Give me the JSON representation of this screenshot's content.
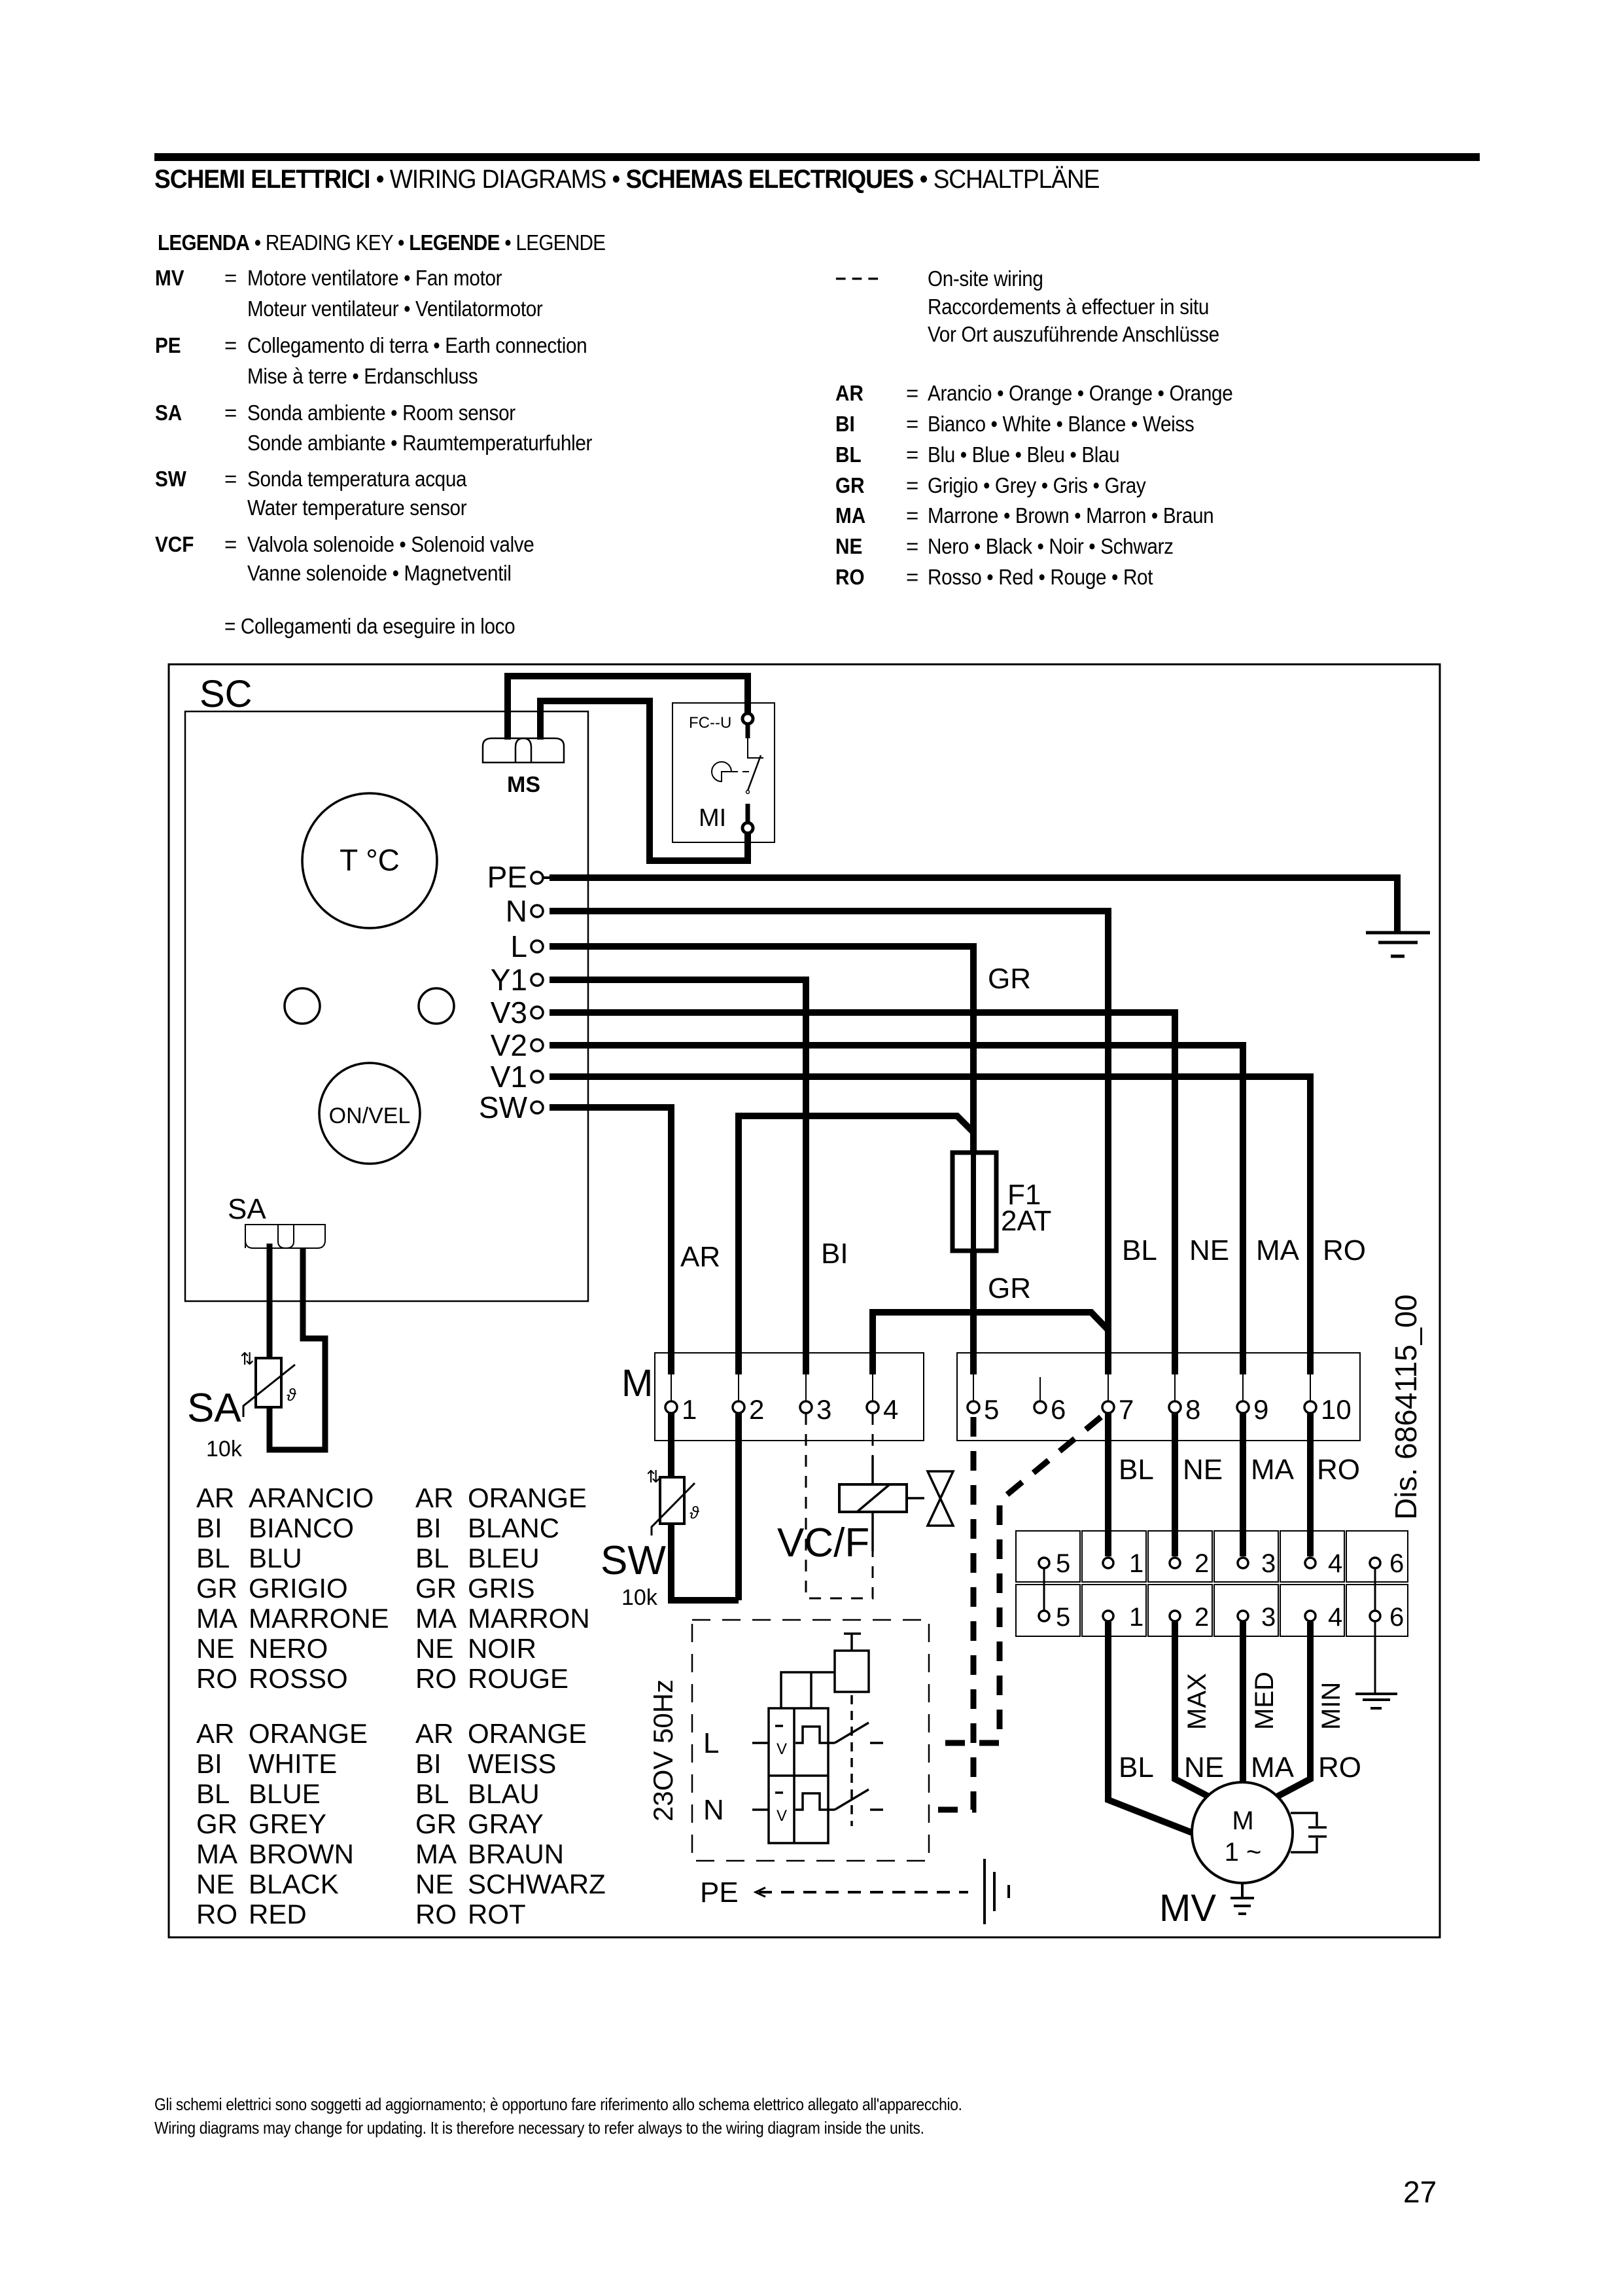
{
  "header": {
    "title_parts": [
      {
        "text": "SCHEMI ELETTRICI",
        "bold": true
      },
      {
        "text": " • WIRING DIAGRAMS • ",
        "bold": false
      },
      {
        "text": "SCHEMAS ELECTRIQUES",
        "bold": true
      },
      {
        "text": " • SCHALTPLÄNE",
        "bold": false
      }
    ]
  },
  "legend": {
    "heading_parts": [
      {
        "text": "LEGENDA",
        "bold": true
      },
      {
        "text": " • READING KEY • ",
        "bold": false
      },
      {
        "text": "LEGENDE",
        "bold": true
      },
      {
        "text": " • LEGENDE",
        "bold": false
      }
    ],
    "components": [
      {
        "code": "MV",
        "eq": "=",
        "line1": "Motore ventilatore • Fan motor",
        "line2": "Moteur ventilateur • Ventilatormotor"
      },
      {
        "code": "PE",
        "eq": "=",
        "line1": "Collegamento di terra • Earth connection",
        "line2": "Mise à terre • Erdanschluss"
      },
      {
        "code": "SA",
        "eq": "=",
        "line1": "Sonda ambiente • Room sensor",
        "line2": "Sonde ambiante • Raumtemperaturfuhler"
      },
      {
        "code": "SW",
        "eq": "=",
        "line1": "Sonda temperatura acqua",
        "line2": "Water temperature sensor"
      },
      {
        "code": "VCF",
        "eq": "=",
        "line1": "Valvola solenoide • Solenoid valve",
        "line2": "Vanne solenoide • Magnetventil"
      }
    ],
    "onsite": {
      "symbol": "– – –",
      "lines": [
        "On-site wiring",
        "Raccordements à effectuer in situ",
        "Vor Ort auszuführende Anschlüsse"
      ],
      "italian": "= Collegamenti da eseguire in loco"
    },
    "colors": [
      {
        "code": "AR",
        "eq": "=",
        "text": "Arancio • Orange • Orange • Orange"
      },
      {
        "code": "BI",
        "eq": "=",
        "text": "Bianco • White • Blance • Weiss"
      },
      {
        "code": "BL",
        "eq": "=",
        "text": "Blu • Blue • Bleu • Blau"
      },
      {
        "code": "GR",
        "eq": "=",
        "text": "Grigio • Grey • Gris • Gray"
      },
      {
        "code": "MA",
        "eq": "=",
        "text": "Marrone • Brown • Marron • Braun"
      },
      {
        "code": "NE",
        "eq": "=",
        "text": "Nero • Black • Noir • Schwarz"
      },
      {
        "code": "RO",
        "eq": "=",
        "text": "Rosso • Red • Rouge • Rot"
      }
    ]
  },
  "diagram": {
    "controller_label": "SC",
    "ms_label": "MS",
    "fcu_label": "FC--U",
    "mi_label": "MI",
    "temp_knob_label": "T °C",
    "onvel_label": "ON/VEL",
    "sa_connector_label": "SA",
    "controller_terminals": [
      "PE",
      "N",
      "L",
      "Y1",
      "V3",
      "V2",
      "V1",
      "SW"
    ],
    "wire_labels": {
      "gr_top": "GR",
      "ar": "AR",
      "bi": "BI",
      "fuse_name": "F1",
      "fuse_rating": "2AT",
      "gr_mid": "GR",
      "upper_right": [
        "BL",
        "NE",
        "MA",
        "RO"
      ],
      "lower_right": [
        "BL",
        "NE",
        "MA",
        "RO"
      ],
      "motor_wires": [
        "BL",
        "NE",
        "MA",
        "RO"
      ]
    },
    "terminal_block_label": "M",
    "terminal_numbers": [
      "1",
      "2",
      "3",
      "4",
      "5",
      "6",
      "7",
      "8",
      "9",
      "10"
    ],
    "strip_numbers": [
      "5",
      "1",
      "2",
      "3",
      "4",
      "6"
    ],
    "speed_labels": [
      "MAX",
      "MED",
      "MIN"
    ],
    "sa_sensor": {
      "label": "SA",
      "value": "10k"
    },
    "sw_sensor": {
      "label": "SW",
      "value": "10k"
    },
    "valve_label": "VC/F",
    "supply": {
      "label": "23OV 50Hz",
      "l": "L",
      "n": "N",
      "v": "V",
      "pe": "PE"
    },
    "motor": {
      "symbol": "M",
      "phase": "1 ~",
      "label": "MV"
    },
    "drawing_number": "Dis. 6864115_00",
    "color_table": [
      {
        "left_code": "AR",
        "left_name": "ARANCIO",
        "right_code": "AR",
        "right_name": "ORANGE"
      },
      {
        "left_code": "BI",
        "left_name": "BIANCO",
        "right_code": "BI",
        "right_name": "BLANC"
      },
      {
        "left_code": "BL",
        "left_name": "BLU",
        "right_code": "BL",
        "right_name": "BLEU"
      },
      {
        "left_code": "GR",
        "left_name": "GRIGIO",
        "right_code": "GR",
        "right_name": "GRIS"
      },
      {
        "left_code": "MA",
        "left_name": "MARRONE",
        "right_code": "MA",
        "right_name": "MARRON"
      },
      {
        "left_code": "NE",
        "left_name": "NERO",
        "right_code": "NE",
        "right_name": "NOIR"
      },
      {
        "left_code": "RO",
        "left_name": "ROSSO",
        "right_code": "RO",
        "right_name": "ROUGE"
      },
      {
        "left_code": "AR",
        "left_name": "ORANGE",
        "right_code": "AR",
        "right_name": "ORANGE"
      },
      {
        "left_code": "BI",
        "left_name": "WHITE",
        "right_code": "BI",
        "right_name": "WEISS"
      },
      {
        "left_code": "BL",
        "left_name": "BLUE",
        "right_code": "BL",
        "right_name": "BLAU"
      },
      {
        "left_code": "GR",
        "left_name": "GREY",
        "right_code": "GR",
        "right_name": "GRAY"
      },
      {
        "left_code": "MA",
        "left_name": "BROWN",
        "right_code": "MA",
        "right_name": "BRAUN"
      },
      {
        "left_code": "NE",
        "left_name": "BLACK",
        "right_code": "NE",
        "right_name": "SCHWARZ"
      },
      {
        "left_code": "RO",
        "left_name": "RED",
        "right_code": "RO",
        "right_name": "ROT"
      }
    ]
  },
  "footer": {
    "line1": "Gli schemi elettrici sono soggetti ad aggiornamento; è opportuno fare riferimento allo schema elettrico allegato all'apparecchio.",
    "line2": "Wiring diagrams may change for updating. It is therefore necessary to refer always to the wiring diagram inside the units."
  },
  "page_number": "27"
}
